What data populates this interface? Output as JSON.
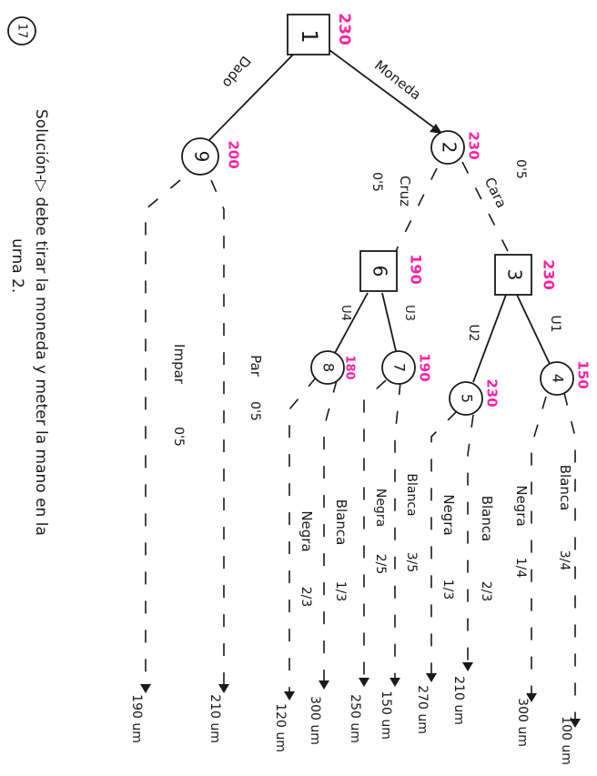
{
  "problem_number": "17",
  "solution_text": "Solución-▷ debe tirar la moneda y meter la mano en la urna 2.",
  "nodes": [
    {
      "id": "1",
      "shape": "square",
      "value": "230"
    },
    {
      "id": "2",
      "shape": "circle",
      "value": "230"
    },
    {
      "id": "9",
      "shape": "circle",
      "value": "200"
    },
    {
      "id": "3",
      "shape": "square",
      "value": "230"
    },
    {
      "id": "6",
      "shape": "square",
      "value": "190"
    },
    {
      "id": "4",
      "shape": "circle",
      "value": "150"
    },
    {
      "id": "5",
      "shape": "circle",
      "value": "230"
    },
    {
      "id": "7",
      "shape": "circle",
      "value": "190"
    },
    {
      "id": "8",
      "shape": "circle",
      "value": "180"
    }
  ],
  "edges": [
    {
      "from": "1",
      "to": "2",
      "label": "Moneda"
    },
    {
      "from": "1",
      "to": "9",
      "label": "Dado"
    },
    {
      "from": "2",
      "to": "3",
      "label": "Cara",
      "prob": "0'5"
    },
    {
      "from": "2",
      "to": "6",
      "label": "Cruz",
      "prob": "0'5"
    },
    {
      "from": "3",
      "to": "4",
      "label": "U1"
    },
    {
      "from": "3",
      "to": "5",
      "label": "U2"
    },
    {
      "from": "6",
      "to": "7",
      "label": "U3"
    },
    {
      "from": "6",
      "to": "8",
      "label": "U4"
    }
  ],
  "outcomes": [
    {
      "node": "4",
      "label": "Blanca",
      "prob": "3/4",
      "payoff": "100 um"
    },
    {
      "node": "4",
      "label": "Negra",
      "prob": "1/4",
      "payoff": "300 um"
    },
    {
      "node": "5",
      "label": "Blanca",
      "prob": "2/3",
      "payoff": "210 um"
    },
    {
      "node": "5",
      "label": "Negra",
      "prob": "1/3",
      "payoff": "270 um"
    },
    {
      "node": "7",
      "label": "Blanca",
      "prob": "3/5",
      "payoff": "150 um"
    },
    {
      "node": "7",
      "label": "Negra",
      "prob": "2/5",
      "payoff": "250 um"
    },
    {
      "node": "8",
      "label": "Blanca",
      "prob": "1/3",
      "payoff": "300 um"
    },
    {
      "node": "8",
      "label": "Negra",
      "prob": "2/3",
      "payoff": "120 um"
    },
    {
      "node": "9",
      "label": "Par",
      "prob": "0'5",
      "payoff": "210 um"
    },
    {
      "node": "9",
      "label": "Impar",
      "prob": "0'5",
      "payoff": "190 um"
    }
  ]
}
